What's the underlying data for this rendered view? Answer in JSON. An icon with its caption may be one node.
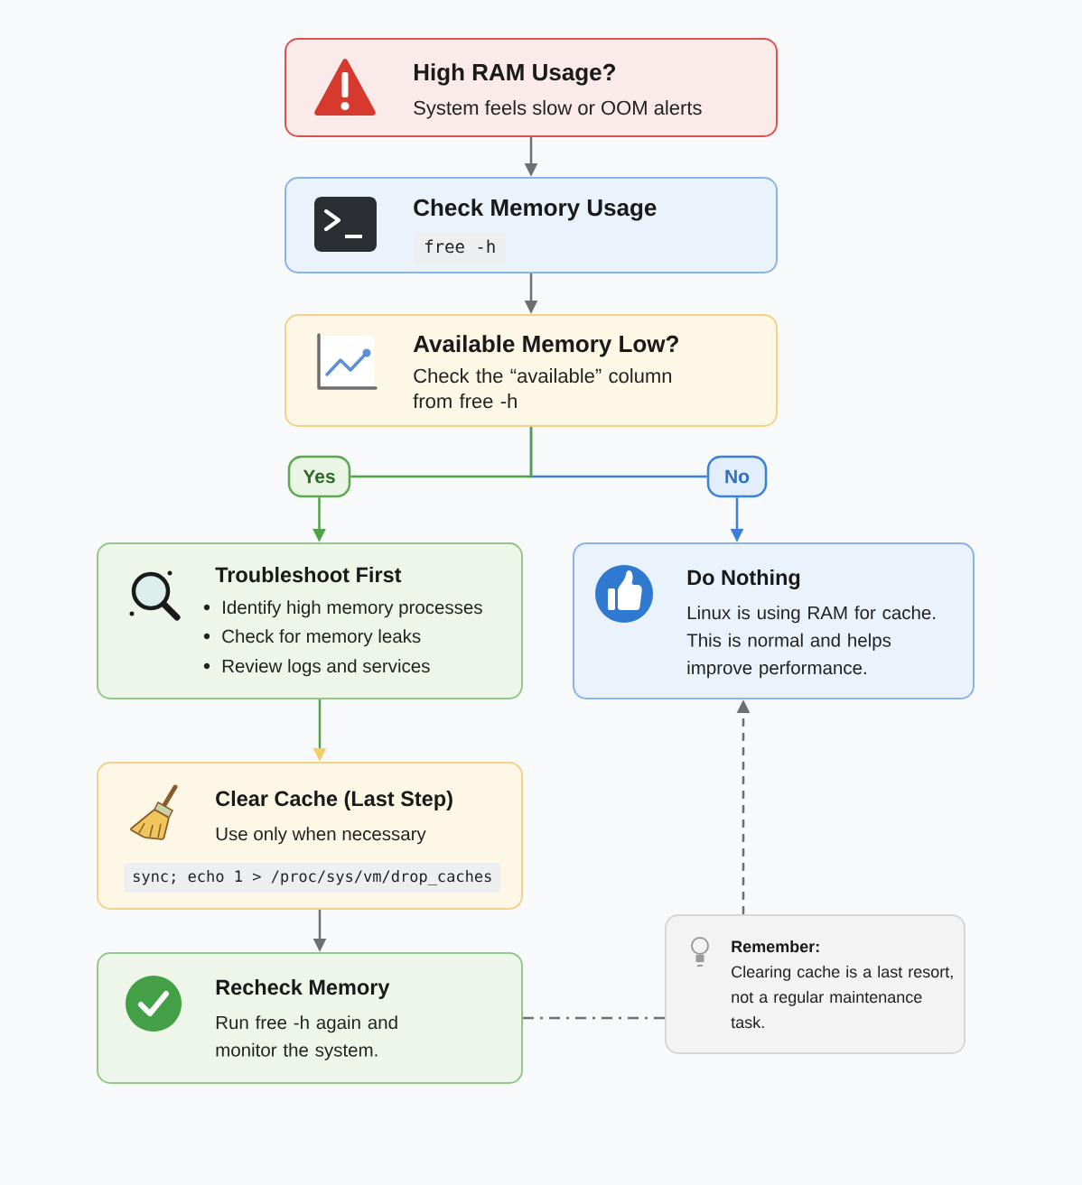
{
  "diagram": {
    "nodes": [
      {
        "text": [
          "High RAM Usage?",
          "System feels slow or OOM alerts"
        ]
      },
      {
        "text": [
          "Check Memory Usage",
          "free -h"
        ]
      },
      {
        "text": [
          "Available Memory Low?",
          "Check the “available” column from free -h"
        ]
      },
      {
        "text": [
          "Yes"
        ]
      },
      {
        "text": [
          "No"
        ]
      },
      {
        "text": [
          "Troubleshoot First",
          "Identify high memory processes",
          "Check for memory leaks",
          "Review logs and services"
        ]
      },
      {
        "text": [
          "Do Nothing",
          "Linux is using RAM for cache. This is normal and helps improve performance."
        ]
      },
      {
        "text": [
          "Clear Cache (Last Step)",
          "Use only when necessary",
          "sync; echo 1 > /proc/sys/vm/drop_caches"
        ]
      },
      {
        "text": [
          "Recheck Memory",
          "Run free -h again and monitor the system."
        ]
      },
      {
        "text": [
          "Remember:",
          "Clearing cache is a last resort, not a regular maintenance task."
        ]
      }
    ],
    "edges": [
      {
        "from": 0,
        "to": 1,
        "arrow": "to"
      },
      {
        "from": 1,
        "to": 2,
        "arrow": "to"
      },
      {
        "from": 2,
        "to": 3,
        "arrow": "none",
        "color": "#4ea346"
      },
      {
        "from": 2,
        "to": 4,
        "arrow": "none",
        "color": "#3a7fd8"
      },
      {
        "from": 3,
        "to": 5,
        "arrow": "to",
        "color": "#4ea346"
      },
      {
        "from": 4,
        "to": 6,
        "arrow": "to",
        "color": "#3a7fd8"
      },
      {
        "from": 5,
        "to": 7,
        "arrow": "to",
        "color": "#4ea346"
      },
      {
        "from": 7,
        "to": 8,
        "arrow": "to"
      },
      {
        "from": 8,
        "to": 9,
        "arrow": "none",
        "style": "dashed"
      },
      {
        "from": 9,
        "to": 6,
        "arrow": "to",
        "style": "dashed"
      }
    ]
  }
}
